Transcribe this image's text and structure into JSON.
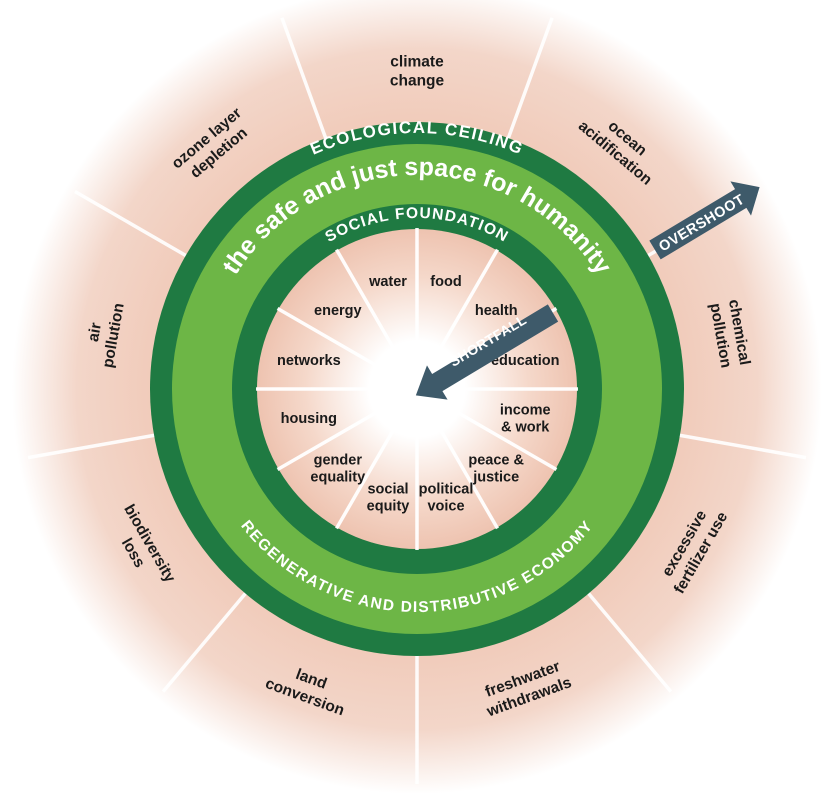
{
  "title": "Doughnut Economics",
  "colors": {
    "outer_band": "#f0c8b6",
    "inner_band": "#efc5b2",
    "dark_green": "#1f7a42",
    "light_green": "#6db646",
    "arrow": "#3e5a6a",
    "divider": "#ffffff",
    "label": "#1a1a1a"
  },
  "rings": {
    "outer_label": "ECOLOGICAL CEILING",
    "middle_label": "the safe and just space for humanity",
    "inner_label": "SOCIAL FOUNDATION",
    "bottom_label": "REGENERATIVE AND DISTRIBUTIVE ECONOMY"
  },
  "arrows": {
    "overshoot": "OVERSHOOT",
    "shortfall": "SHORTFALL"
  },
  "ecological_ceiling": [
    {
      "lines": [
        "climate",
        "change"
      ]
    },
    {
      "lines": [
        "ocean",
        "acidification"
      ]
    },
    {
      "lines": [
        "chemical",
        "pollution"
      ]
    },
    {
      "lines": [
        "excessive",
        "fertilizer use"
      ]
    },
    {
      "lines": [
        "freshwater",
        "withdrawals"
      ]
    },
    {
      "lines": [
        "land",
        "conversion"
      ]
    },
    {
      "lines": [
        "biodiversity",
        "loss"
      ]
    },
    {
      "lines": [
        "air",
        "pollution"
      ]
    },
    {
      "lines": [
        "ozone layer",
        "depletion"
      ]
    }
  ],
  "social_foundation": [
    {
      "lines": [
        "food"
      ]
    },
    {
      "lines": [
        "health"
      ]
    },
    {
      "lines": [
        "education"
      ]
    },
    {
      "lines": [
        "income",
        "& work"
      ]
    },
    {
      "lines": [
        "peace &",
        "justice"
      ]
    },
    {
      "lines": [
        "political",
        "voice"
      ]
    },
    {
      "lines": [
        "social",
        "equity"
      ]
    },
    {
      "lines": [
        "gender",
        "equality"
      ]
    },
    {
      "lines": [
        "housing"
      ]
    },
    {
      "lines": [
        "networks"
      ]
    },
    {
      "lines": [
        "energy"
      ]
    },
    {
      "lines": [
        "water"
      ]
    }
  ]
}
